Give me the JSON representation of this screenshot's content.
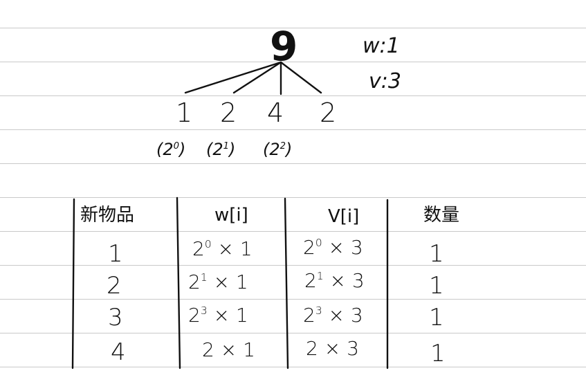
{
  "diagram": {
    "root": "9",
    "notes": {
      "weight": "w:1",
      "value": "v:3"
    },
    "parts": [
      "1",
      "2",
      "4",
      "2"
    ],
    "powers": [
      {
        "base": "(2",
        "exp": "0",
        "close": ")"
      },
      {
        "base": "(2",
        "exp": "1",
        "close": ")"
      },
      {
        "base": "(2",
        "exp": "2",
        "close": ")"
      }
    ]
  },
  "table": {
    "headers": [
      "新物品",
      "w[i]",
      "V[i]",
      "数量"
    ],
    "rows": [
      {
        "item": "1",
        "w": {
          "base": "2",
          "exp": "0",
          "rest": " × 1"
        },
        "v": {
          "base": "2",
          "exp": "0",
          "rest": " × 3"
        },
        "count": "1"
      },
      {
        "item": "2",
        "w": {
          "base": "2",
          "exp": "1",
          "rest": " × 1"
        },
        "v": {
          "base": "2",
          "exp": "1",
          "rest": " × 3"
        },
        "count": "1"
      },
      {
        "item": "3",
        "w": {
          "base": "2",
          "exp": "3",
          "rest": " × 1"
        },
        "v": {
          "base": "2",
          "exp": "3",
          "rest": " × 3"
        },
        "count": "1"
      },
      {
        "item": "4",
        "w": {
          "base": "2",
          "exp": "",
          "rest": " × 1"
        },
        "v": {
          "base": "2",
          "exp": "",
          "rest": " × 3"
        },
        "count": "1"
      }
    ]
  }
}
